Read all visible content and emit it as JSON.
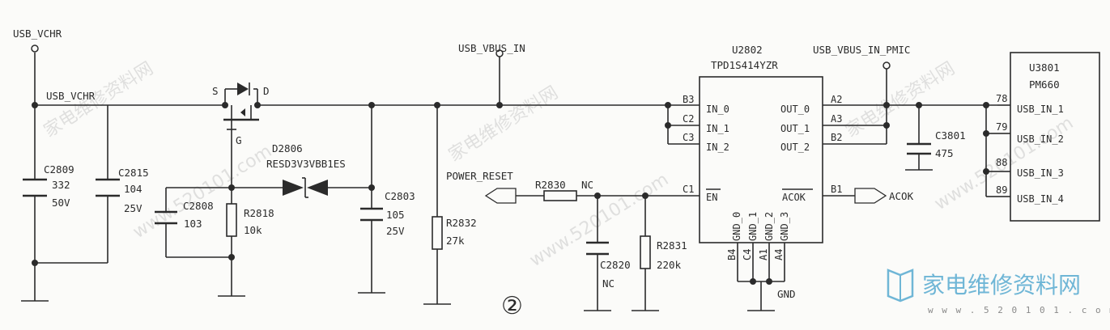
{
  "nets": {
    "usb_vchr_top": "USB_VCHR",
    "usb_vchr_rail": "USB_VCHR",
    "usb_vbus_in": "USB_VBUS_IN",
    "usb_vbus_in_pmic": "USB_VBUS_IN_PMIC",
    "power_reset": "POWER_RESET",
    "acok": "ACOK",
    "gnd": "GND"
  },
  "mosfet": {
    "s": "S",
    "d": "D",
    "g": "G"
  },
  "tvs": {
    "ref": "D2806",
    "part": "RESD3V3VBB1ES"
  },
  "components": {
    "c2809": {
      "ref": "C2809",
      "value": "332",
      "rating": "50V"
    },
    "c2815": {
      "ref": "C2815",
      "value": "104",
      "rating": "25V"
    },
    "c2808": {
      "ref": "C2808",
      "value": "103"
    },
    "r2818": {
      "ref": "R2818",
      "value": "10k"
    },
    "c2803": {
      "ref": "C2803",
      "value": "105",
      "rating": "25V"
    },
    "r2832": {
      "ref": "R2832",
      "value": "27k"
    },
    "r2830": {
      "ref": "R2830",
      "value": "NC"
    },
    "c2820": {
      "ref": "C2820",
      "value": "NC"
    },
    "r2831": {
      "ref": "R2831",
      "value": "220k"
    },
    "c3801": {
      "ref": "C3801",
      "value": "475"
    }
  },
  "u2802": {
    "ref": "U2802",
    "part": "TPD1S414YZR",
    "left_pins": [
      {
        "num": "B3",
        "name": "IN_0"
      },
      {
        "num": "C2",
        "name": "IN_1"
      },
      {
        "num": "C3",
        "name": "IN_2"
      },
      {
        "num": "C1",
        "name": "EN"
      }
    ],
    "right_pins": [
      {
        "num": "A2",
        "name": "OUT_0"
      },
      {
        "num": "A3",
        "name": "OUT_1"
      },
      {
        "num": "B2",
        "name": "OUT_2"
      },
      {
        "num": "B1",
        "name": "ACOK"
      }
    ],
    "gnd_pins": [
      {
        "num": "B4",
        "name": "GND_0"
      },
      {
        "num": "C4",
        "name": "GND_1"
      },
      {
        "num": "A1",
        "name": "GND_2"
      },
      {
        "num": "A4",
        "name": "GND_3"
      }
    ]
  },
  "u3801": {
    "ref": "U3801",
    "part": "PM660",
    "pins": [
      {
        "num": "78",
        "name": "USB_IN_1"
      },
      {
        "num": "79",
        "name": "USB_IN_2"
      },
      {
        "num": "88",
        "name": "USB_IN_3"
      },
      {
        "num": "89",
        "name": "USB_IN_4"
      }
    ]
  },
  "figure_marker": "②",
  "watermark": {
    "text_cn": "家电维修资料网",
    "text_url": "www.520101.com",
    "logo_cn": "家电维修资料网",
    "logo_url": "w w w . 5 2 0 1 0 1 . c o m"
  }
}
